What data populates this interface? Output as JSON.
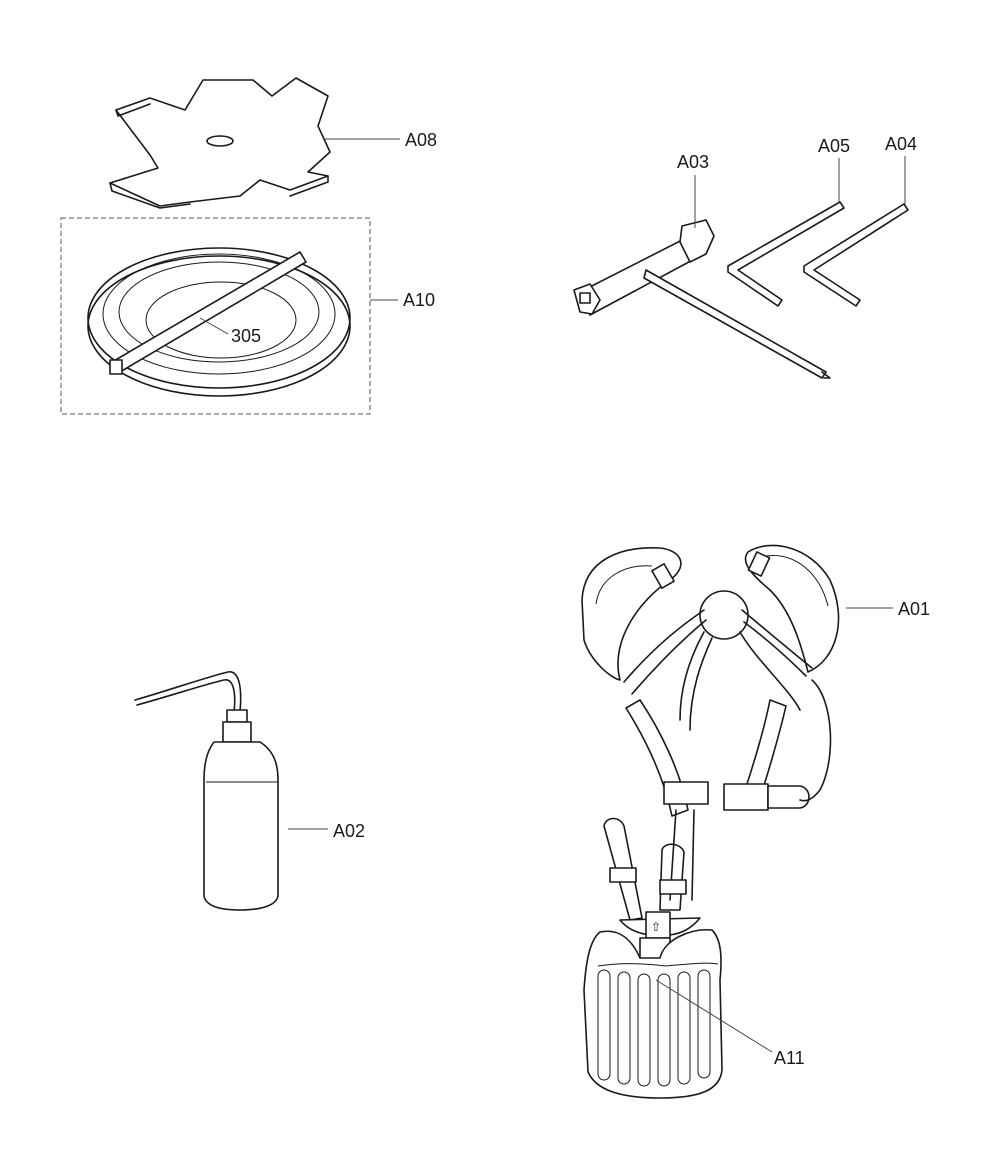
{
  "parts": {
    "blade": {
      "label": "A08"
    },
    "guard_kit": {
      "label": "A10"
    },
    "tie_strap": {
      "label": "305"
    },
    "box_wrench": {
      "label": "A03"
    },
    "hex_wrench_small": {
      "label": "A05"
    },
    "hex_wrench_large": {
      "label": "A04"
    },
    "harness": {
      "label": "A01"
    },
    "oil_bottle": {
      "label": "A02"
    },
    "hip_pad": {
      "label": "A11"
    }
  }
}
